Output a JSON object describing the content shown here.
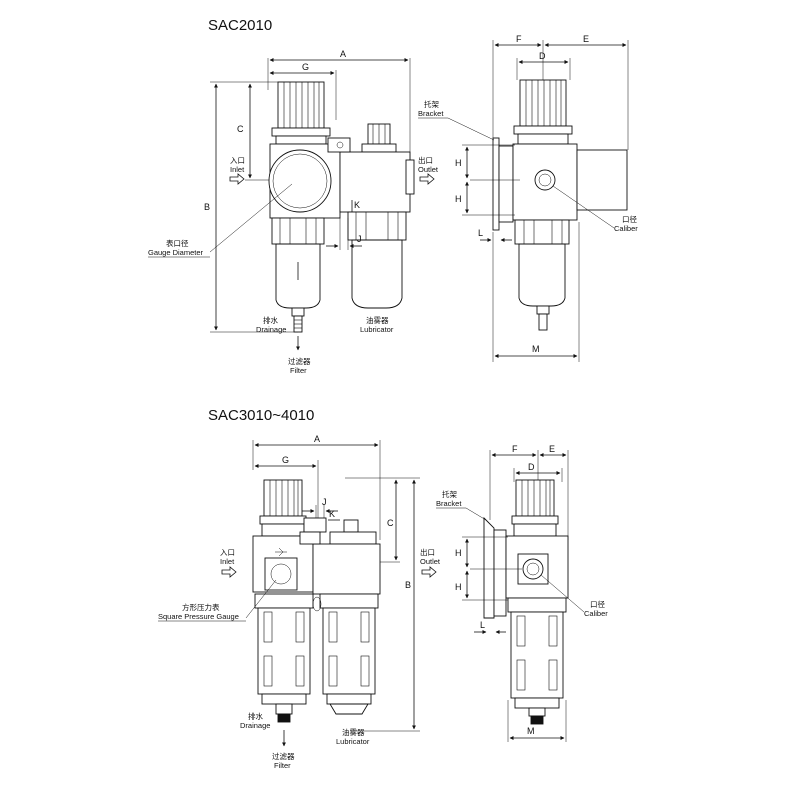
{
  "top_diagram": {
    "title": "SAC2010",
    "dims": {
      "A": "A",
      "B": "B",
      "C": "C",
      "D": "D",
      "E": "E",
      "F": "F",
      "G": "G",
      "H1": "H",
      "H2": "H",
      "J": "J",
      "K": "K",
      "L": "L",
      "M": "M"
    },
    "labels": {
      "inlet_cn": "入口",
      "inlet_en": "Inlet",
      "outlet_cn": "出口",
      "outlet_en": "Outlet",
      "gauge_cn": "表口径",
      "gauge_en": "Gauge Diameter",
      "drain_cn": "排水",
      "drain_en": "Drainage",
      "lube_cn": "油雾器",
      "lube_en": "Lubricator",
      "filter_cn": "过滤器",
      "filter_en": "Filter",
      "bracket_cn": "托架",
      "bracket_en": "Bracket",
      "caliber_cn": "口径",
      "caliber_en": "Caliber"
    }
  },
  "bottom_diagram": {
    "title": "SAC3010~4010",
    "dims": {
      "A": "A",
      "B": "B",
      "C": "C",
      "D": "D",
      "E": "E",
      "F": "F",
      "G": "G",
      "H1": "H",
      "H2": "H",
      "J": "J",
      "K": "K",
      "L": "L",
      "M": "M"
    },
    "labels": {
      "inlet_cn": "入口",
      "inlet_en": "Inlet",
      "outlet_cn": "出口",
      "outlet_en": "Outlet",
      "gauge_cn": "方形压力表",
      "gauge_en": "Square Pressure Gauge",
      "drain_cn": "排水",
      "drain_en": "Drainage",
      "lube_cn": "油雾器",
      "lube_en": "Lubricator",
      "filter_cn": "过滤器",
      "filter_en": "Filter",
      "bracket_cn": "托架",
      "bracket_en": "Bracket",
      "caliber_cn": "口径",
      "caliber_en": "Caliber"
    }
  }
}
